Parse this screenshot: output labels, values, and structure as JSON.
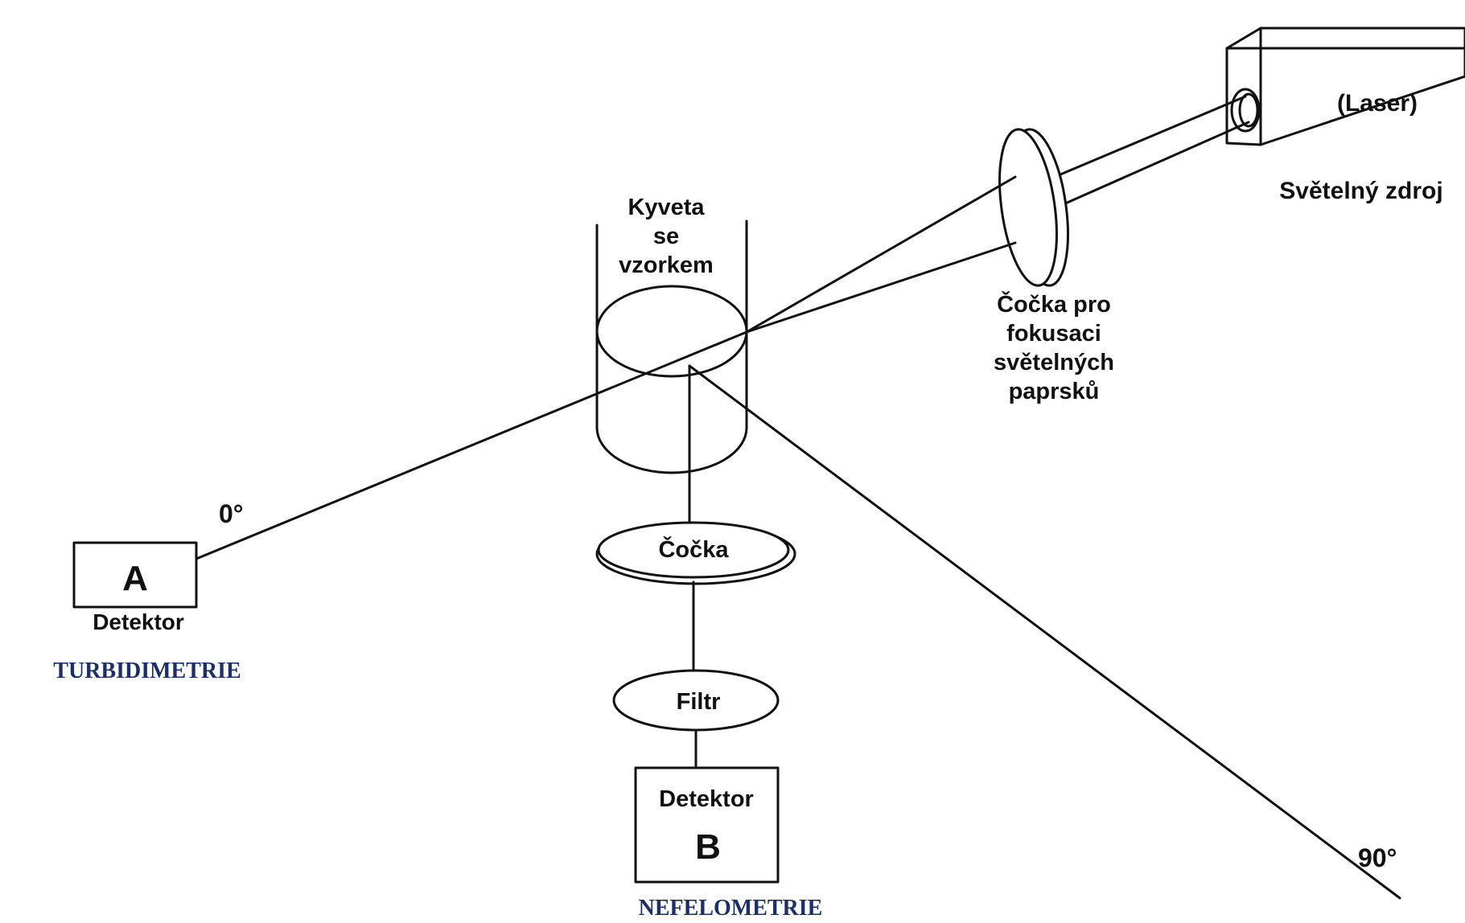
{
  "labels": {
    "laser": "(Laser)",
    "light_source": "Světelný zdroj",
    "focus_lens_lines": [
      "Čočka pro",
      "fokusaci",
      "světelných",
      "paprsků"
    ],
    "cuvette_lines": [
      "Kyveta",
      "se",
      "vzorkem"
    ],
    "angle_0": "0°",
    "angle_90": "90°",
    "detector_a_letter": "A",
    "detector_a_label": "Detektor",
    "turbidimetry": "TURBIDIMETRIE",
    "lens": "Čočka",
    "filter": "Filtr",
    "detector_b_label": "Detektor",
    "detector_b_letter": "B",
    "nephelometry": "NEFELOMETRIE"
  },
  "colors": {
    "line": "#111111",
    "caption": "#1a2f6b",
    "background": "#ffffff"
  }
}
